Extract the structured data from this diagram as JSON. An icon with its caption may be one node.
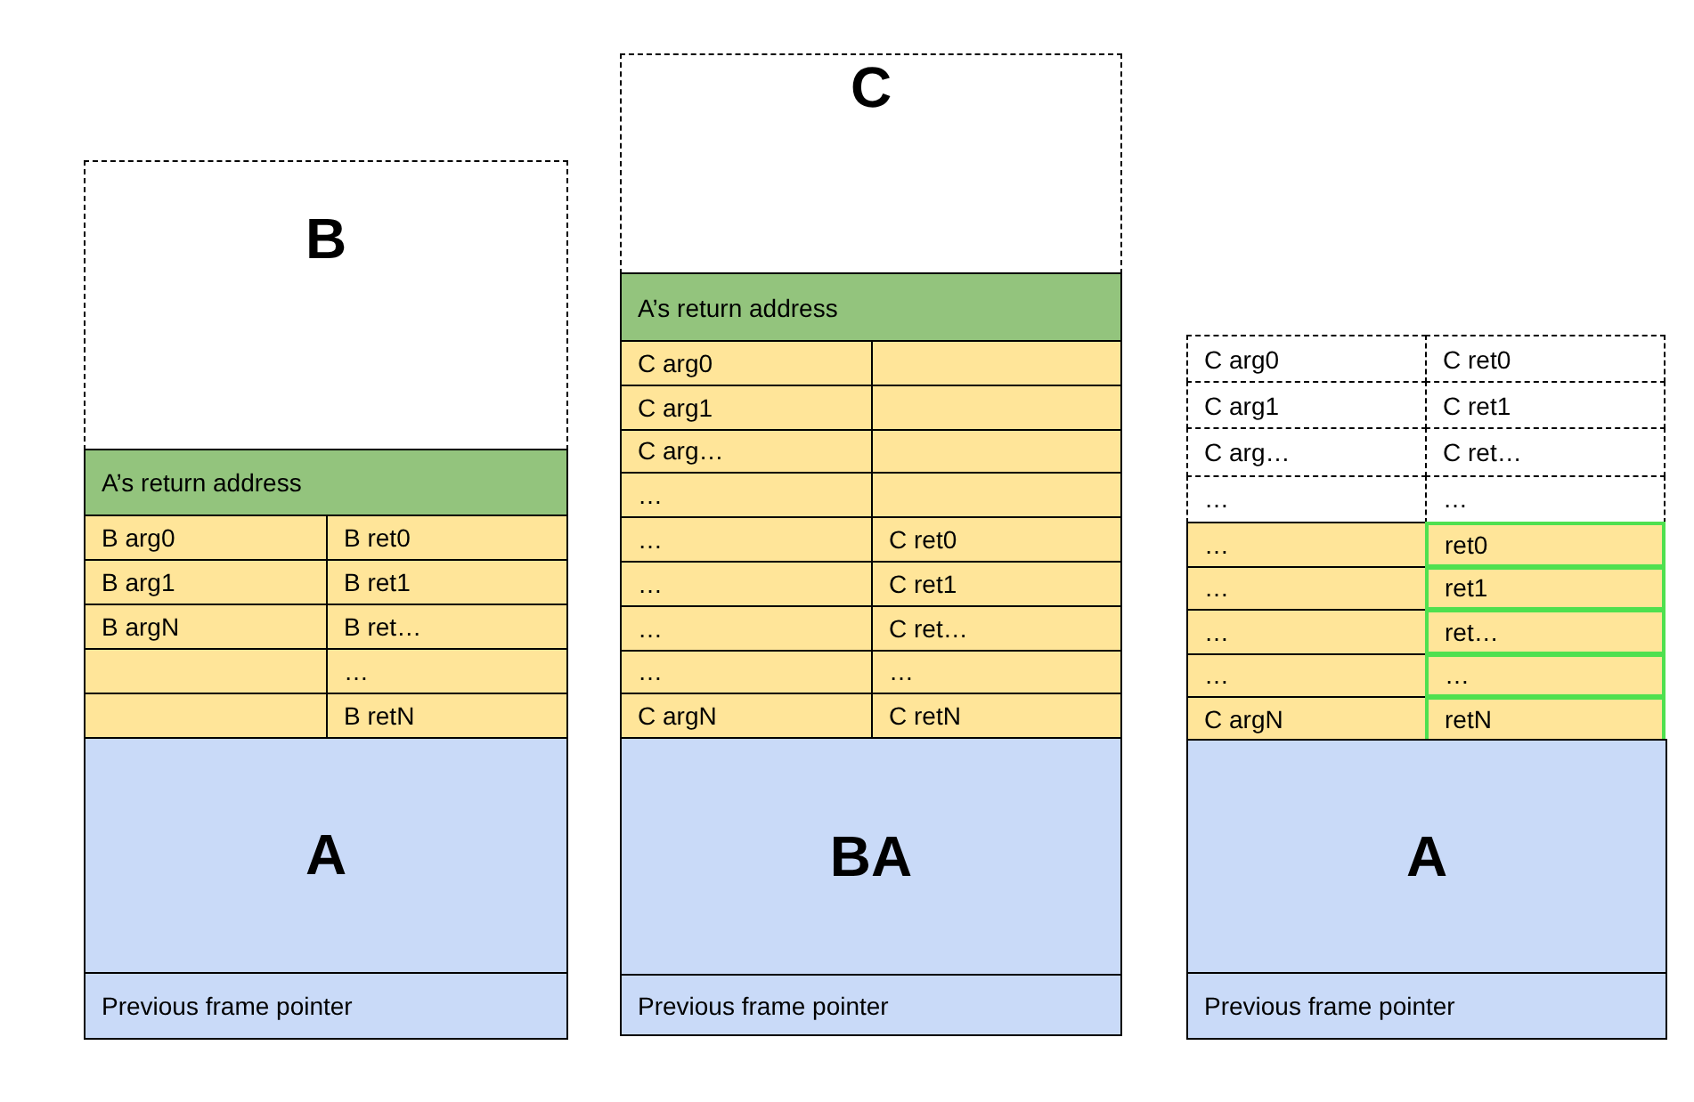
{
  "diagram": {
    "nodes": [
      {
        "text": [
          "B"
        ]
      },
      {
        "text": [
          "A’s return address"
        ]
      },
      {
        "text": [
          "B arg0"
        ]
      },
      {
        "text": [
          "B ret0"
        ]
      },
      {
        "text": [
          "B arg1"
        ]
      },
      {
        "text": [
          "B ret1"
        ]
      },
      {
        "text": [
          "B argN"
        ]
      },
      {
        "text": [
          "B ret…"
        ]
      },
      {
        "text": [],
        "shape": "box"
      },
      {
        "text": [
          "…"
        ]
      },
      {
        "text": [],
        "shape": "box"
      },
      {
        "text": [
          "B retN"
        ]
      },
      {
        "text": [
          "A"
        ]
      },
      {
        "text": [
          "Previous frame pointer"
        ]
      },
      {
        "text": [
          "C"
        ]
      },
      {
        "text": [
          "A’s return address"
        ]
      },
      {
        "text": [
          "C arg0"
        ]
      },
      {
        "text": [],
        "shape": "box"
      },
      {
        "text": [
          "C arg1"
        ]
      },
      {
        "text": [],
        "shape": "box"
      },
      {
        "text": [
          "C arg…"
        ]
      },
      {
        "text": [],
        "shape": "box"
      },
      {
        "text": [
          "…"
        ]
      },
      {
        "text": [],
        "shape": "box"
      },
      {
        "text": [
          "…"
        ]
      },
      {
        "text": [
          "C ret0"
        ]
      },
      {
        "text": [
          "…"
        ]
      },
      {
        "text": [
          "C ret1"
        ]
      },
      {
        "text": [
          "…"
        ]
      },
      {
        "text": [
          "C ret…"
        ]
      },
      {
        "text": [
          "…"
        ]
      },
      {
        "text": [
          "…"
        ]
      },
      {
        "text": [
          "C argN"
        ]
      },
      {
        "text": [
          "C retN"
        ]
      },
      {
        "text": [
          "BA"
        ]
      },
      {
        "text": [
          "Previous frame pointer"
        ]
      },
      {
        "text": [
          "C arg0"
        ]
      },
      {
        "text": [
          "C ret0"
        ]
      },
      {
        "text": [
          "C arg1"
        ]
      },
      {
        "text": [
          "C ret1"
        ]
      },
      {
        "text": [
          "C arg…"
        ]
      },
      {
        "text": [
          "C ret…"
        ]
      },
      {
        "text": [
          "…"
        ]
      },
      {
        "text": [
          "…"
        ]
      },
      {
        "text": [
          "…"
        ]
      },
      {
        "text": [
          "ret0"
        ]
      },
      {
        "text": [
          "…"
        ]
      },
      {
        "text": [
          "ret1"
        ]
      },
      {
        "text": [
          "…"
        ]
      },
      {
        "text": [
          "ret…"
        ]
      },
      {
        "text": [
          "…"
        ]
      },
      {
        "text": [
          "…"
        ]
      },
      {
        "text": [
          "C argN"
        ]
      },
      {
        "text": [
          "retN"
        ]
      },
      {
        "text": [
          "A"
        ]
      },
      {
        "text": [
          "Previous frame pointer"
        ]
      }
    ]
  }
}
